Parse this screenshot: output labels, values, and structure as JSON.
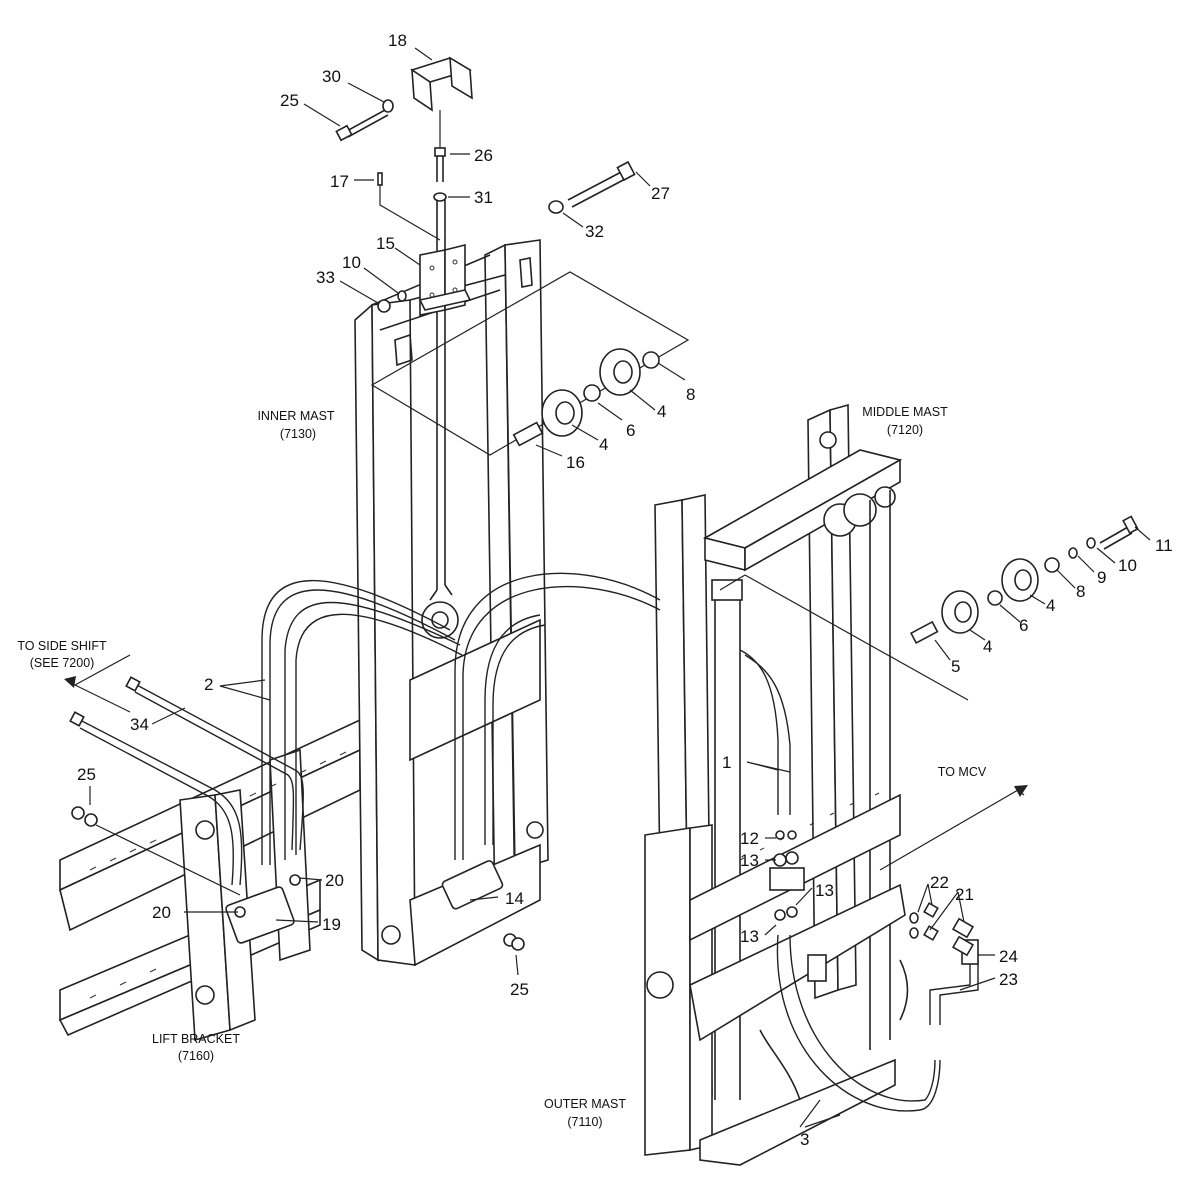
{
  "diagram": {
    "type": "exploded parts diagram",
    "assemblies": {
      "inner_mast": {
        "name": "INNER MAST",
        "code": "(7130)"
      },
      "middle_mast": {
        "name": "MIDDLE MAST",
        "code": "(7120)"
      },
      "outer_mast": {
        "name": "OUTER MAST",
        "code": "(7110)"
      },
      "lift_bracket": {
        "name": "LIFT BRACKET",
        "code": "(7160)"
      }
    },
    "routing": {
      "side_shift": {
        "line1": "TO SIDE SHIFT",
        "line2": "(SEE 7200)"
      },
      "mcv": "TO MCV"
    },
    "callouts": {
      "c18": "18",
      "c30": "30",
      "c25a": "25",
      "c26": "26",
      "c17": "17",
      "c31": "31",
      "c27": "27",
      "c32": "32",
      "c15": "15",
      "c10a": "10",
      "c33": "33",
      "c8a": "8",
      "c4a": "4",
      "c6a": "6",
      "c4b": "4",
      "c16": "16",
      "c11": "11",
      "c10b": "10",
      "c9": "9",
      "c8b": "8",
      "c4c": "4",
      "c6b": "6",
      "c4d": "4",
      "c5": "5",
      "c2": "2",
      "c34": "34",
      "c25b": "25",
      "c20a": "20",
      "c20b": "20",
      "c19": "19",
      "c14": "14",
      "c25c": "25",
      "c1": "1",
      "c12": "12",
      "c13a": "13",
      "c13b": "13",
      "c13c": "13",
      "c22": "22",
      "c21": "21",
      "c24": "24",
      "c23": "23",
      "c3": "3"
    }
  }
}
